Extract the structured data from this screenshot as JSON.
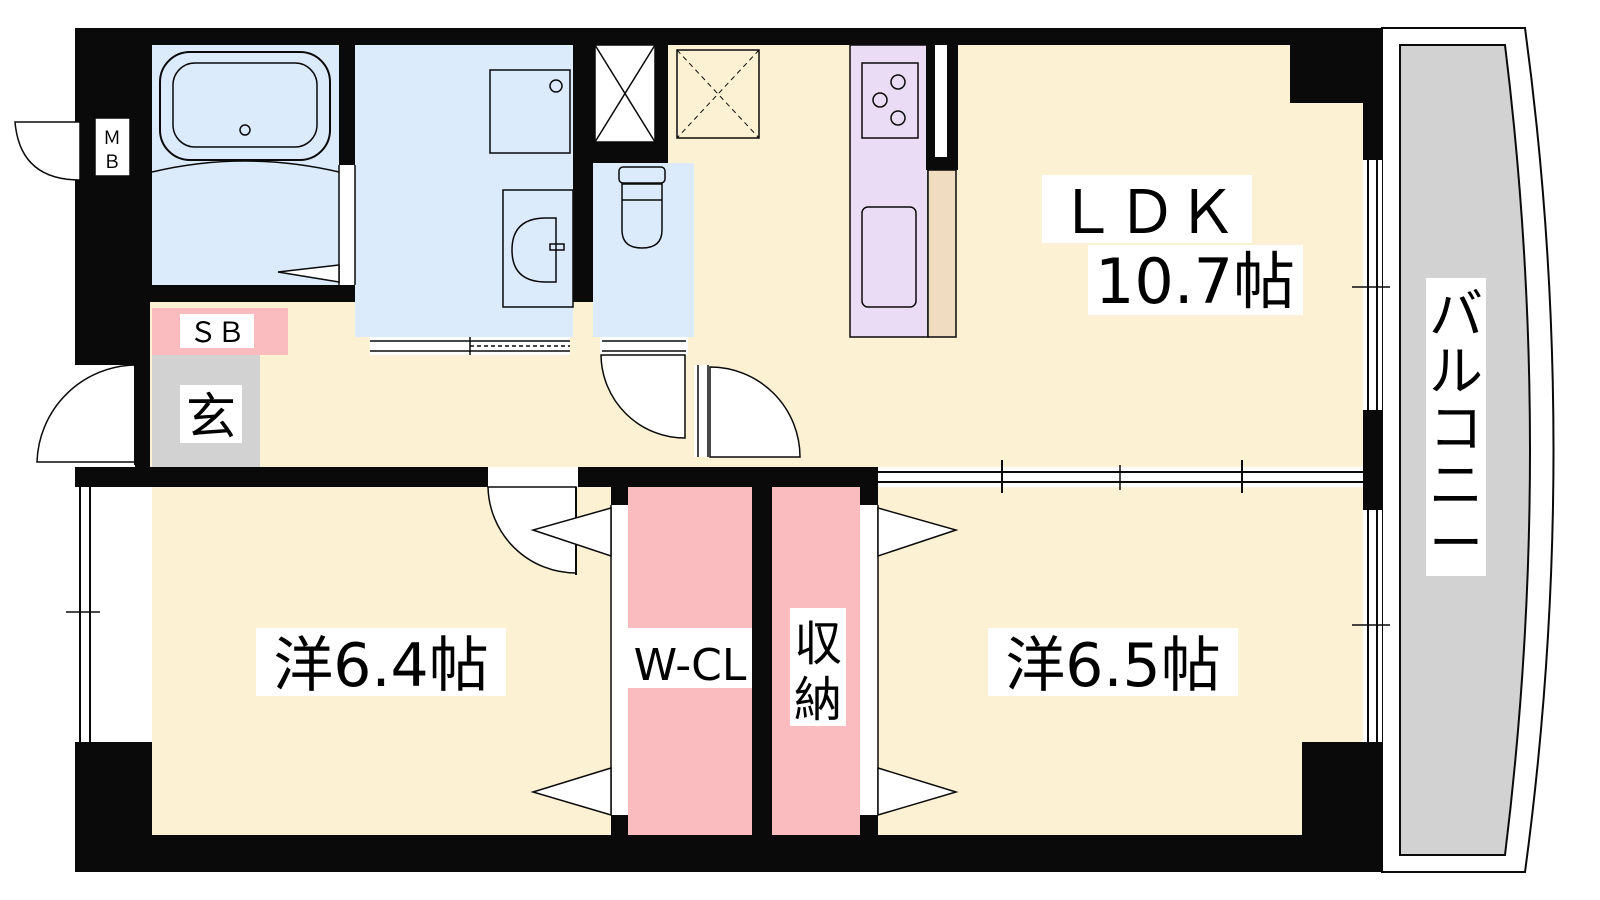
{
  "labels": {
    "ldk": "ＬＤＫ",
    "ldk_size": "10.7帖",
    "balcony": [
      "バ",
      "ル",
      "コ",
      "ニ",
      "ー"
    ],
    "western_left": "洋6.4帖",
    "western_right": "洋6.5帖",
    "wcl": "W-CL",
    "storage": [
      "収",
      "納"
    ],
    "genkan": "玄",
    "sb": "ＳＢ",
    "mb": [
      "Ｍ",
      "Ｂ"
    ]
  },
  "colors": {
    "wall": "#0a0a0a",
    "room_beige": "#fdf1d3",
    "wet_blue": "#dcebfc",
    "closet_pink": "#fbbcbf",
    "kitchen_purple": "#eadcf5",
    "balcony_gray": "#d2d2d2",
    "genkan_gray": "#d2d2d2",
    "counter_tan": "#f0dcc0"
  }
}
